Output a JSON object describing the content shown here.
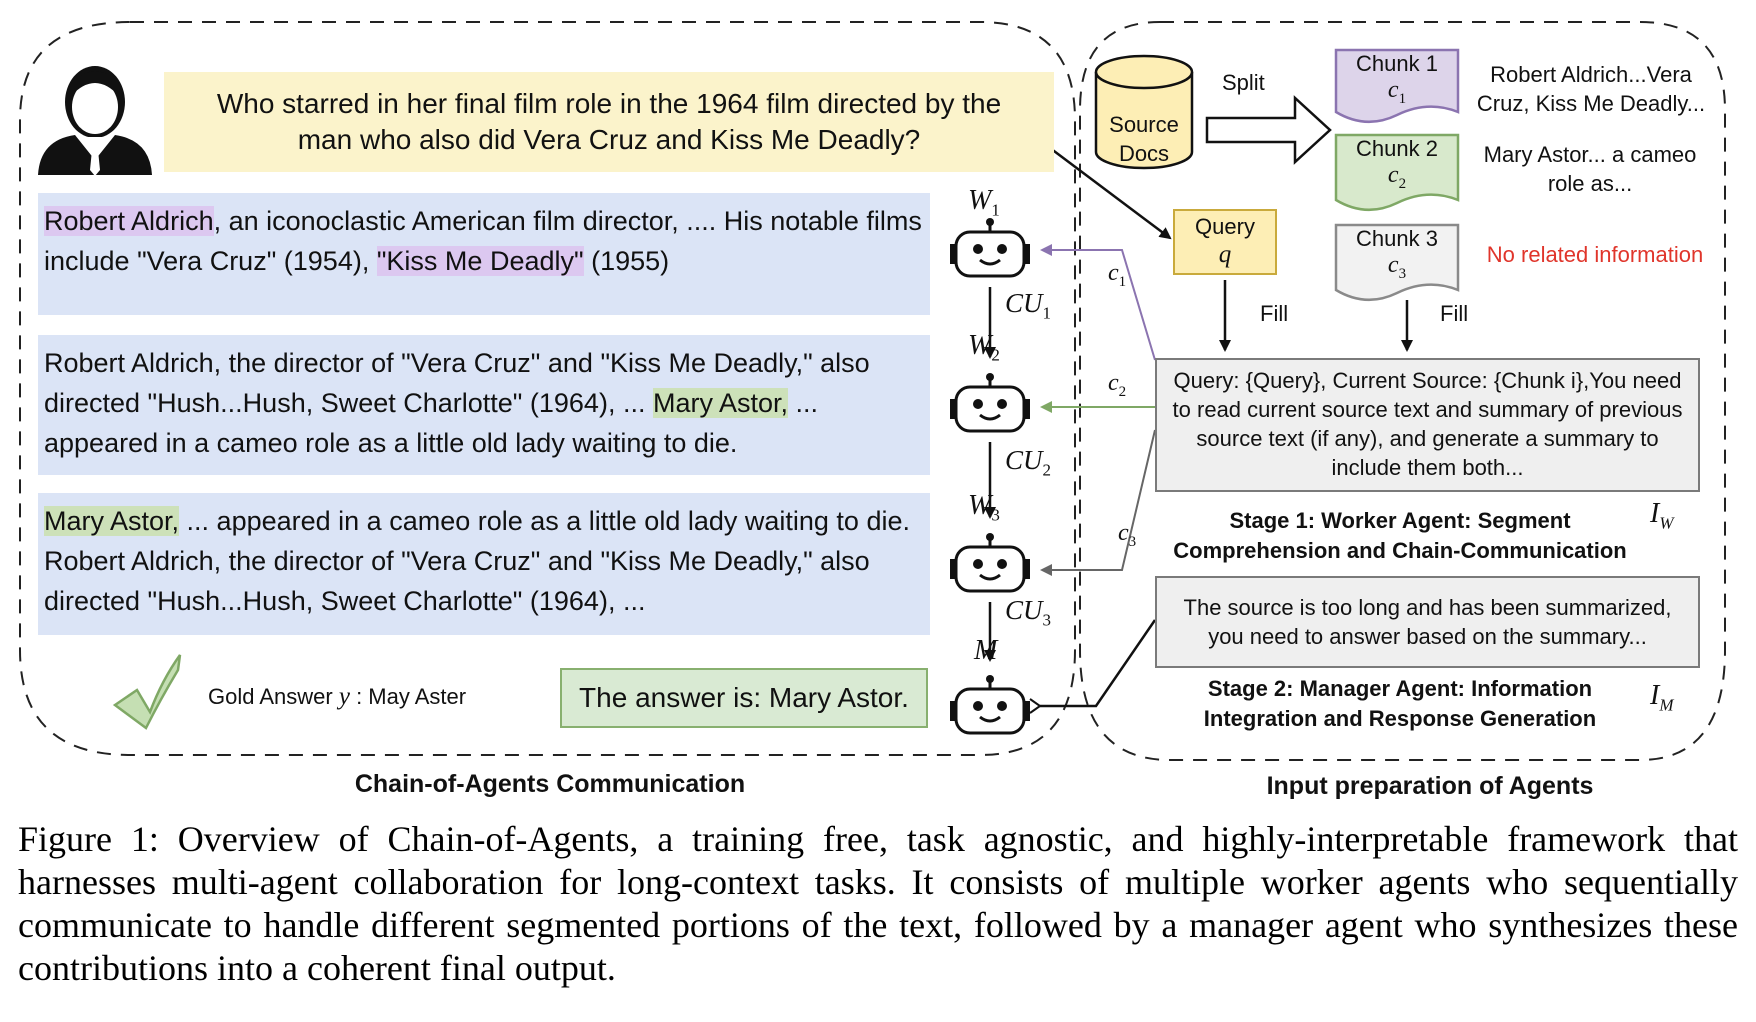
{
  "question": "Who starred in her final film role in the 1964 film directed by the man who also did Vera Cruz and Kiss Me Deadly?",
  "context1": {
    "hl1": "Robert Aldrich",
    "t1": ", an iconoclastic American film director, .... His notable films include \"Vera Cruz\" (1954), ",
    "hl2": "\"Kiss Me Deadly\"",
    "t2": " (1955)"
  },
  "context2": {
    "t1": "Robert Aldrich, the director of \"Vera Cruz\" and \"Kiss Me Deadly,\" also directed \"Hush...Hush, Sweet Charlotte\" (1964), ... ",
    "hl": "Mary Astor,",
    "t2": " ... appeared in a cameo role as a little old lady waiting to die."
  },
  "context3": {
    "hl": " Mary Astor,",
    "t1": " ... appeared in a cameo role as a little old lady waiting to die. Robert Aldrich, the director of \"Vera Cruz\" and \"Kiss Me Deadly,\" also directed \"Hush...Hush, Sweet Charlotte\" (1964), ..."
  },
  "agents": {
    "w1": "W",
    "w1_sub": "1",
    "w2": "W",
    "w2_sub": "2",
    "w3": "W",
    "w3_sub": "3",
    "m": "M",
    "cu1": "CU",
    "cu1_sub": "1",
    "cu2": "CU",
    "cu2_sub": "2",
    "cu3": "CU",
    "cu3_sub": "3"
  },
  "edges": {
    "c1": "c",
    "c1_sub": "1",
    "c2": "c",
    "c2_sub": "2",
    "c3": "c",
    "c3_sub": "3"
  },
  "gold": {
    "prefix": "Gold Answer ",
    "symbol": "y",
    "suffix": " : May Aster"
  },
  "answer": "The answer is: Mary Astor.",
  "source_docs": {
    "line1": "Source",
    "line2": "Docs"
  },
  "split": "Split",
  "chunks": [
    {
      "label": "Chunk 1",
      "sym": "c",
      "sub": "1",
      "text": "Robert Aldrich...Vera Cruz, Kiss Me Deadly..."
    },
    {
      "label": "Chunk 2",
      "sym": "c",
      "sub": "2",
      "text": "Mary Astor... a cameo role as..."
    },
    {
      "label": "Chunk 3",
      "sym": "c",
      "sub": "3",
      "text": "No related information"
    }
  ],
  "query": {
    "label": "Query",
    "sym": "q"
  },
  "fill1": "Fill",
  "fill2": "Fill",
  "worker_prompt": "Query: {Query}, Current Source: {Chunk i},You need to read current source text and summary of previous source text (if any), and generate a summary to include them both...",
  "iw": {
    "sym": "I",
    "sub": "W"
  },
  "stage1": "Stage 1: Worker Agent: Segment Comprehension and Chain-Communication",
  "manager_prompt": "The source is too long and has been summarized, you need to answer based on the summary...",
  "im": {
    "sym": "I",
    "sub": "M"
  },
  "stage2": "Stage 2: Manager Agent: Information Integration and Response Generation",
  "label_left": "Chain-of-Agents Communication",
  "label_right": "Input preparation of Agents",
  "caption": "Figure 1: Overview of Chain-of-Agents, a training free, task agnostic, and highly-interpretable framework that harnesses multi-agent collaboration for long-context tasks. It consists of multiple worker agents who sequentially communicate to handle different segmented portions of the text, followed by a manager agent who synthesizes these contributions into a coherent final output.",
  "colors": {
    "question_bg": "#fbf3cb",
    "context_bg": "#dbe4f6",
    "purple": "#dcc8f0",
    "green": "#cde1b9",
    "red_text": "#e0352b",
    "source_docs": "#fdeeb5",
    "query_box": "#fdeeb5"
  }
}
